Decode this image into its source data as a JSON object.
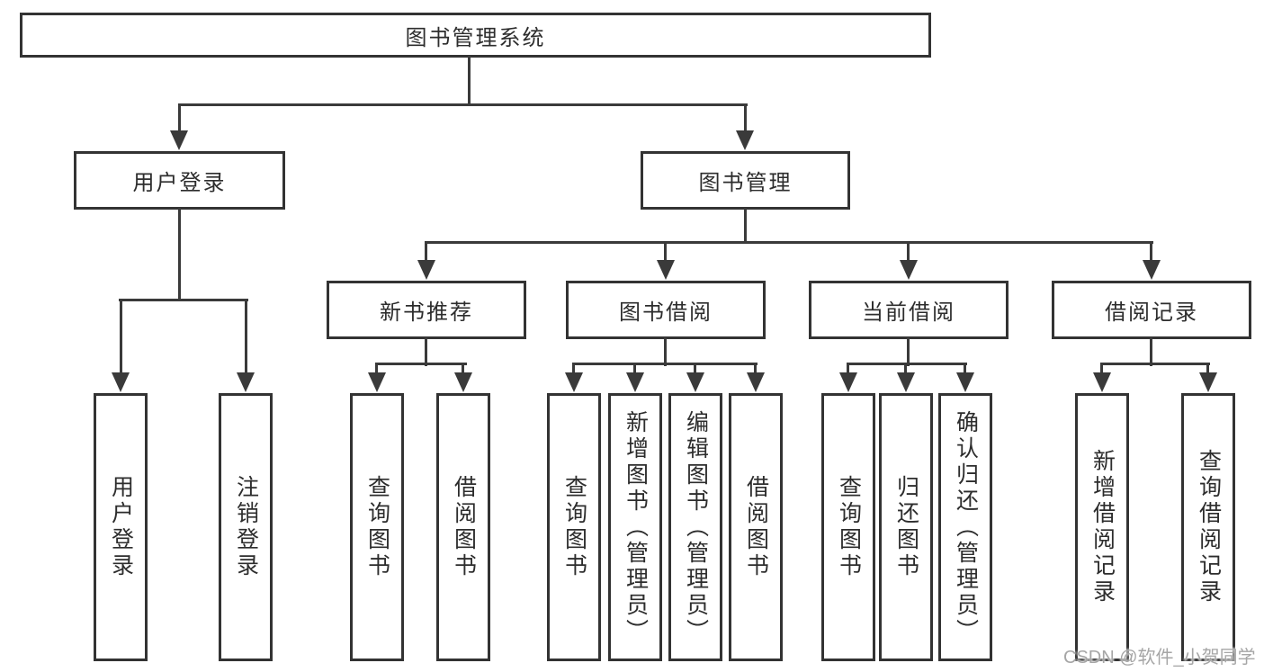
{
  "tree": {
    "root": {
      "label": "图书管理系统"
    },
    "branches": [
      {
        "label": "用户登录",
        "leaves": [
          {
            "label": "用户登录"
          },
          {
            "label": "注销登录"
          }
        ]
      },
      {
        "label": "图书管理",
        "sections": [
          {
            "label": "新书推荐",
            "leaves": [
              {
                "label": "查询图书"
              },
              {
                "label": "借阅图书"
              }
            ]
          },
          {
            "label": "图书借阅",
            "leaves": [
              {
                "label": "查询图书"
              },
              {
                "label": "新增图书（管理员）"
              },
              {
                "label": "编辑图书（管理员）"
              },
              {
                "label": "借阅图书"
              }
            ]
          },
          {
            "label": "当前借阅",
            "leaves": [
              {
                "label": "查询图书"
              },
              {
                "label": "归还图书"
              },
              {
                "label": "确认归还（管理员）"
              }
            ]
          },
          {
            "label": "借阅记录",
            "leaves": [
              {
                "label": "新增借阅记录"
              },
              {
                "label": "查询借阅记录"
              }
            ]
          }
        ]
      }
    ]
  },
  "watermark": "CSDN @软件_小贺同学",
  "colors": {
    "line": "#3a3a3a",
    "text": "#2d2d2d",
    "watermark": "#a6a6a6",
    "background": "#ffffff"
  }
}
